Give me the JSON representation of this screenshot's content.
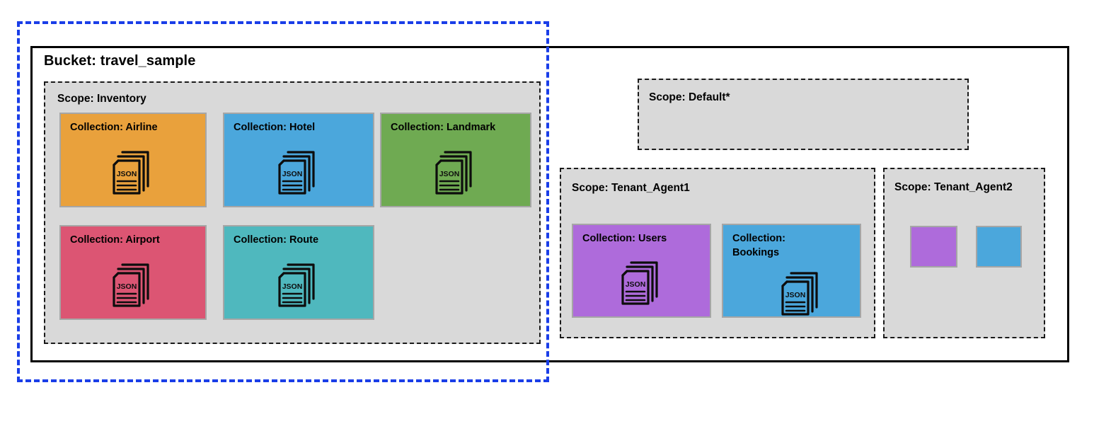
{
  "diagram": {
    "title": "Bucket: travel_sample",
    "selection_outline_color": "#1a3ee8",
    "bucket_border_color": "#000000",
    "scope_fill_color": "#d9d9d9",
    "scope_border_color": "#1a1a1a"
  },
  "scopes": [
    {
      "id": "inventory",
      "label": "Scope: Inventory",
      "collections": [
        {
          "label": "Collection: Airline",
          "color": "#e9a13c",
          "icon": "json-documents-icon"
        },
        {
          "label": "Collection: Hotel",
          "color": "#4ba7dc",
          "icon": "json-documents-icon"
        },
        {
          "label": "Collection: Landmark",
          "color": "#6faa52",
          "icon": "json-documents-icon"
        },
        {
          "label": "Collection: Airport",
          "color": "#dc5573",
          "icon": "json-documents-icon"
        },
        {
          "label": "Collection: Route",
          "color": "#4fb8be",
          "icon": "json-documents-icon"
        }
      ]
    },
    {
      "id": "default",
      "label": "Scope: Default*",
      "collections": []
    },
    {
      "id": "tenant1",
      "label": "Scope: Tenant_Agent1",
      "collections": [
        {
          "label": "Collection: Users",
          "color": "#ae6bdb",
          "icon": "json-documents-icon"
        },
        {
          "label": "Collection: Bookings",
          "color": "#4ba7dc",
          "icon": "json-documents-icon"
        }
      ]
    },
    {
      "id": "tenant2",
      "label": "Scope: Tenant_Agent2",
      "collections": [
        {
          "label": "",
          "color": "#ae6bdb",
          "icon": ""
        },
        {
          "label": "",
          "color": "#4ba7dc",
          "icon": ""
        }
      ]
    }
  ],
  "icon_text": {
    "json": "JSON"
  }
}
